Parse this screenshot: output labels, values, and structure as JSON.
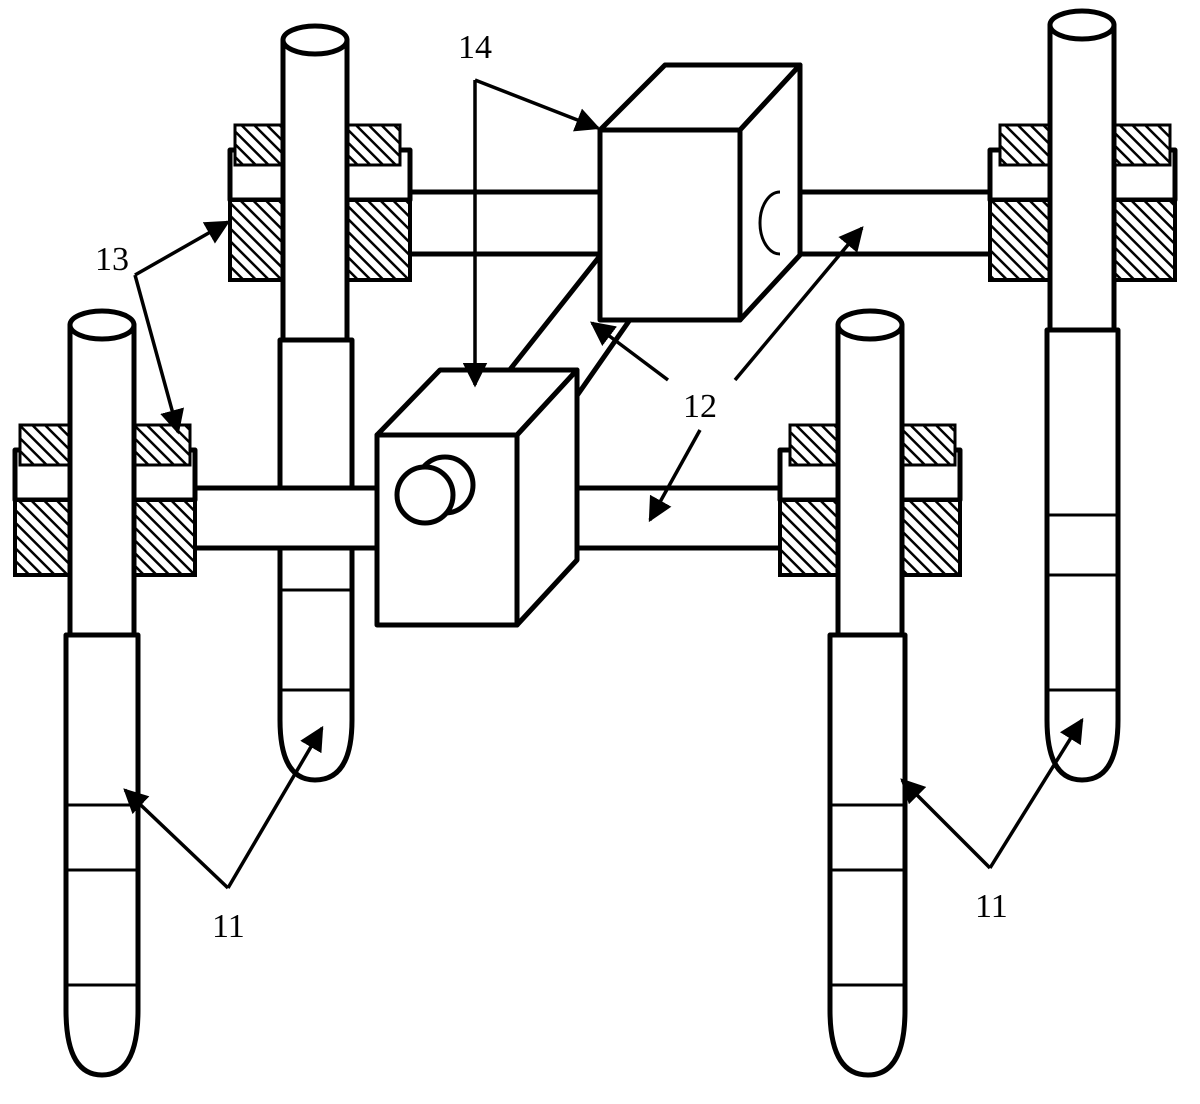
{
  "figure": {
    "labels": {
      "legs": "11",
      "rods": "12",
      "clamps": "13",
      "blocks": "14"
    },
    "colors": {
      "line": "#000000",
      "background": "#ffffff",
      "hatch": "#000000"
    }
  }
}
